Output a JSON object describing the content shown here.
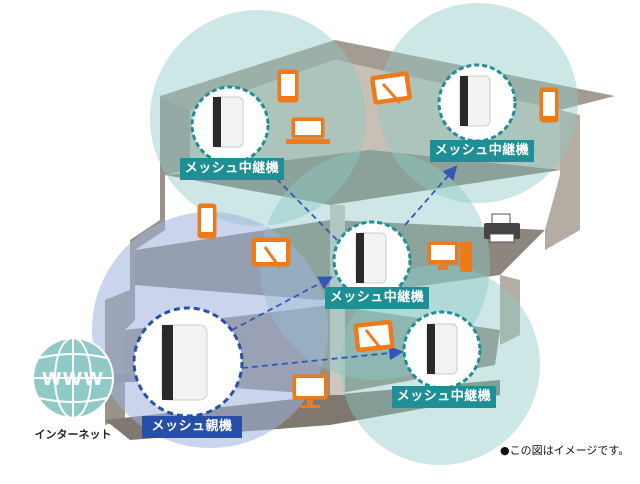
{
  "diagram": {
    "nodes": {
      "mesh_parent": "メッシュ親機",
      "mesh_top_left": "メッシュ中継機",
      "mesh_top_right": "メッシュ中継機",
      "mesh_center": "メッシュ中継機",
      "mesh_bottom_right": "メッシュ中継機"
    },
    "internet": {
      "globe_text": "WWW",
      "label": "インターネット"
    },
    "note": "●この図はイメージです。"
  },
  "colors": {
    "house_fill": "#a8a096",
    "floor_fill": "#8f887f",
    "zone_teal": "#8fcac6",
    "zone_blue": "#9fb3df",
    "label_teal": "#1e8f95",
    "label_blue": "#2650a8",
    "device_orange": "#ef7a1a",
    "dash_blue": "#3356b8"
  }
}
